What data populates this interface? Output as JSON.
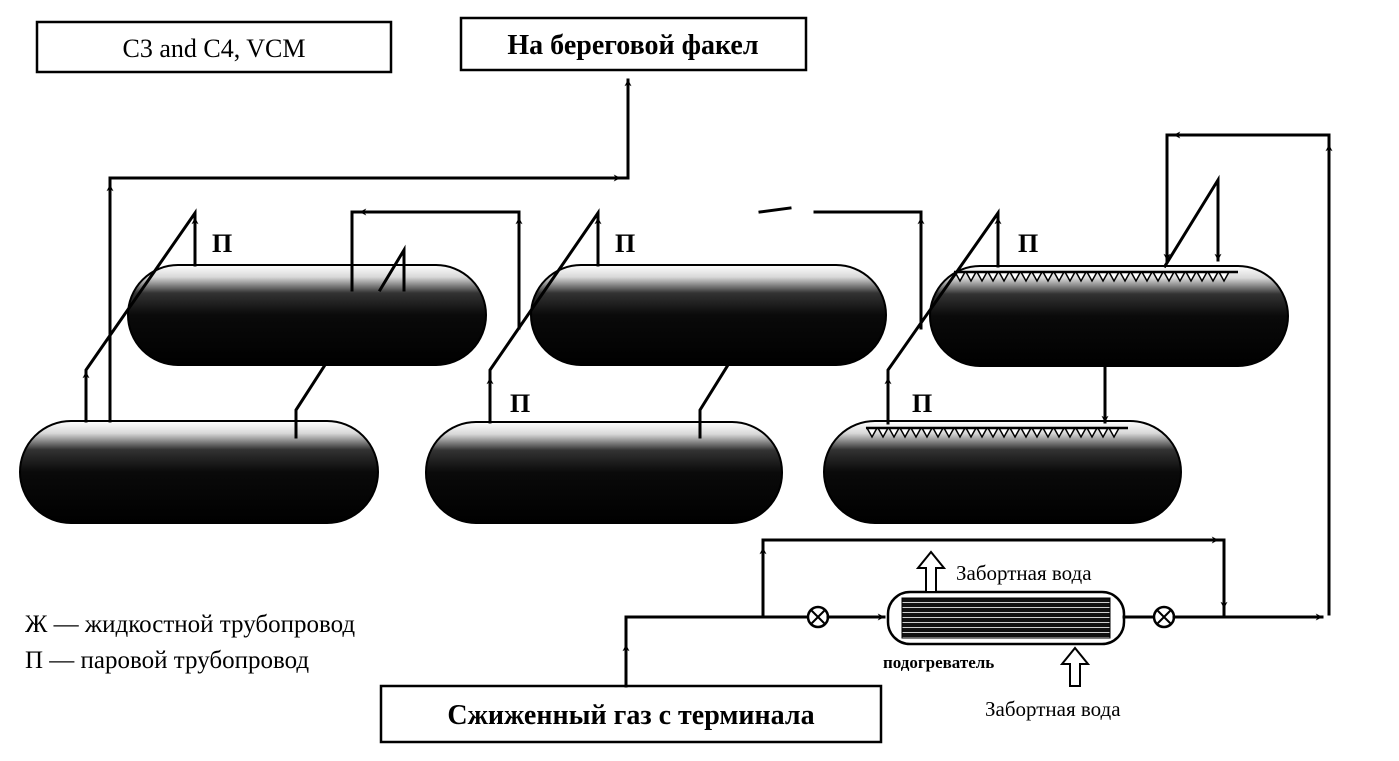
{
  "diagram": {
    "cargo_label": "C3 and C4, VCM",
    "flare_label": "На береговой факел",
    "source_label": "Сжиженный газ с терминала",
    "heater_label": "подогреватель",
    "seawater_out_label": "Забортная вода",
    "seawater_in_label": "Забортная вода",
    "vapor_mark": "П",
    "legend": {
      "liquid": "Ж — жидкостной трубопровод",
      "vapor": "П — паровой трубопровод"
    }
  }
}
